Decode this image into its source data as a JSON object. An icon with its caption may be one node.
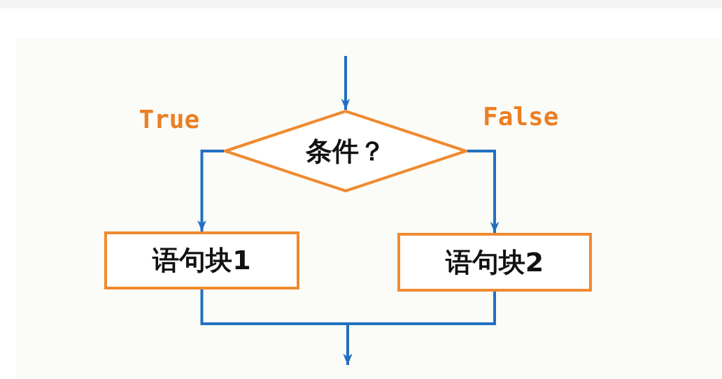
{
  "diagram": {
    "nodes": [
      {
        "text": [
          "条件？"
        ]
      },
      {
        "text": [
          "语句块1"
        ]
      },
      {
        "text": [
          "语句块2"
        ]
      }
    ],
    "edges": [
      {
        "from": null,
        "to": 0,
        "arrow": "to"
      },
      {
        "from": 0,
        "to": 1,
        "arrow": "to",
        "label": "True"
      },
      {
        "from": 0,
        "to": 2,
        "arrow": "to",
        "label": "False"
      },
      {
        "from": 1,
        "to": null,
        "arrow": "to"
      },
      {
        "from": 2,
        "to": null,
        "arrow": "to"
      }
    ]
  }
}
